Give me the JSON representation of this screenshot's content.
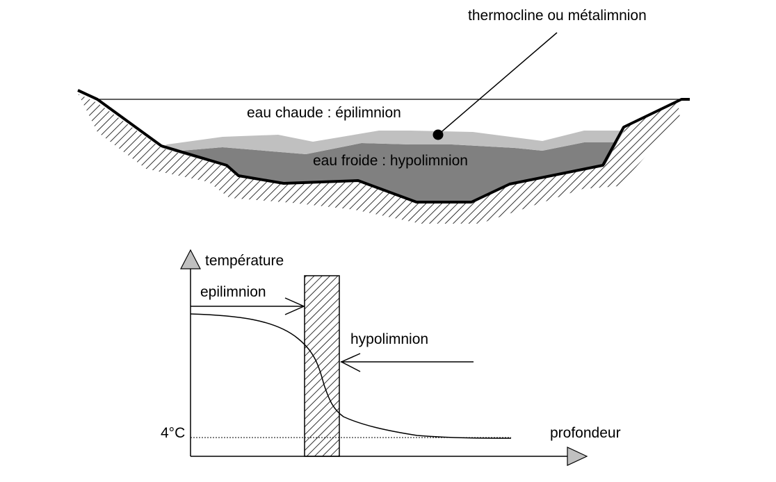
{
  "lake": {
    "thermocline_label": "thermocline ou métalimnion",
    "epilimnion_label": "eau chaude : épilimnion",
    "hypolimnion_label": "eau froide : hypolimnion"
  },
  "graph": {
    "y_axis_label": "température",
    "x_axis_label": "profondeur",
    "epilimnion_label": "epilimnion",
    "hypolimnion_label": "hypolimnion",
    "reference_temp_label": "4°C"
  },
  "colors": {
    "line": "#000000",
    "epilimnion_band": "#c0c0c0",
    "hypolimnion_fill": "#808080",
    "arrow_head": "#c0c0c0",
    "background": "#ffffff"
  }
}
